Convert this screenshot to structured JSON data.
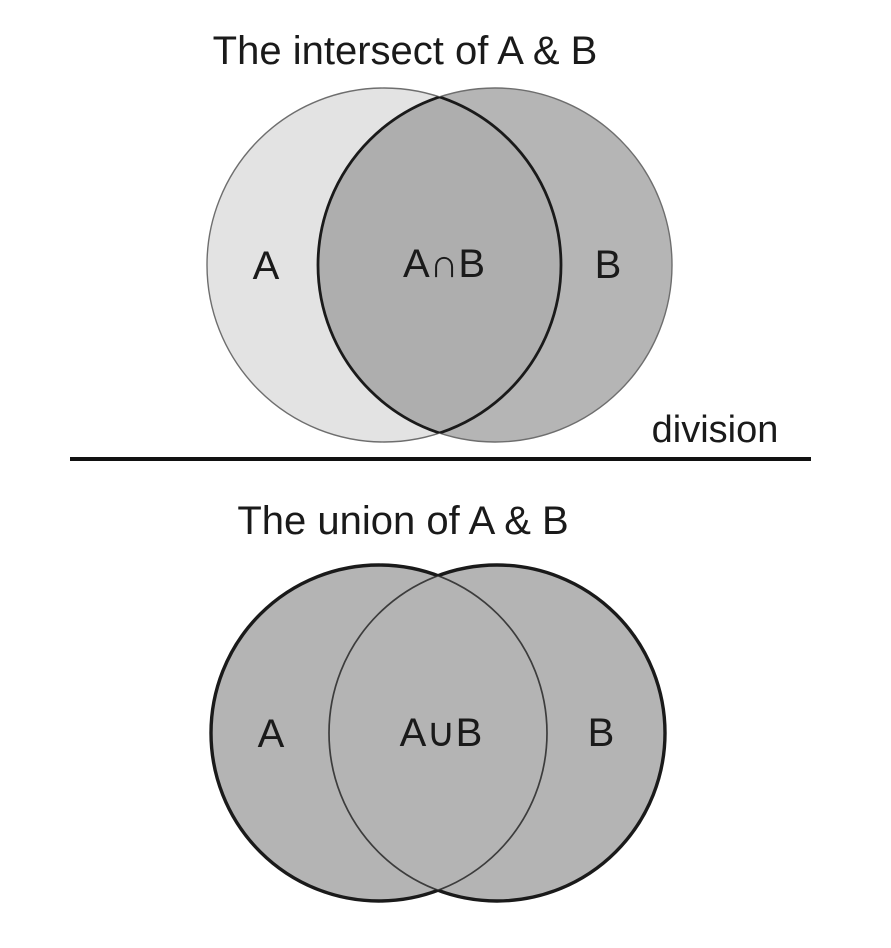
{
  "background": "#ffffff",
  "text_color": "#1a1a1a",
  "intersect": {
    "title": "The intersect of A & B",
    "label_a": "A",
    "label_overlap": "A∩B",
    "label_b": "B",
    "colors": {
      "a_fill": "#e3e3e3",
      "b_fill": "#b5b5b5",
      "overlap_fill": "#aeaeae",
      "circle_outline": "#6e6e6e",
      "overlap_outline": "#1a1a1a"
    }
  },
  "divider": {
    "label": "division",
    "line_color": "#111111"
  },
  "union": {
    "title": "The union of A & B",
    "label_a": "A",
    "label_overlap": "A∪B",
    "label_b": "B",
    "colors": {
      "fill": "#b4b4b4",
      "outline": "#1a1a1a",
      "inner_arc": "#3c3c3c"
    }
  }
}
